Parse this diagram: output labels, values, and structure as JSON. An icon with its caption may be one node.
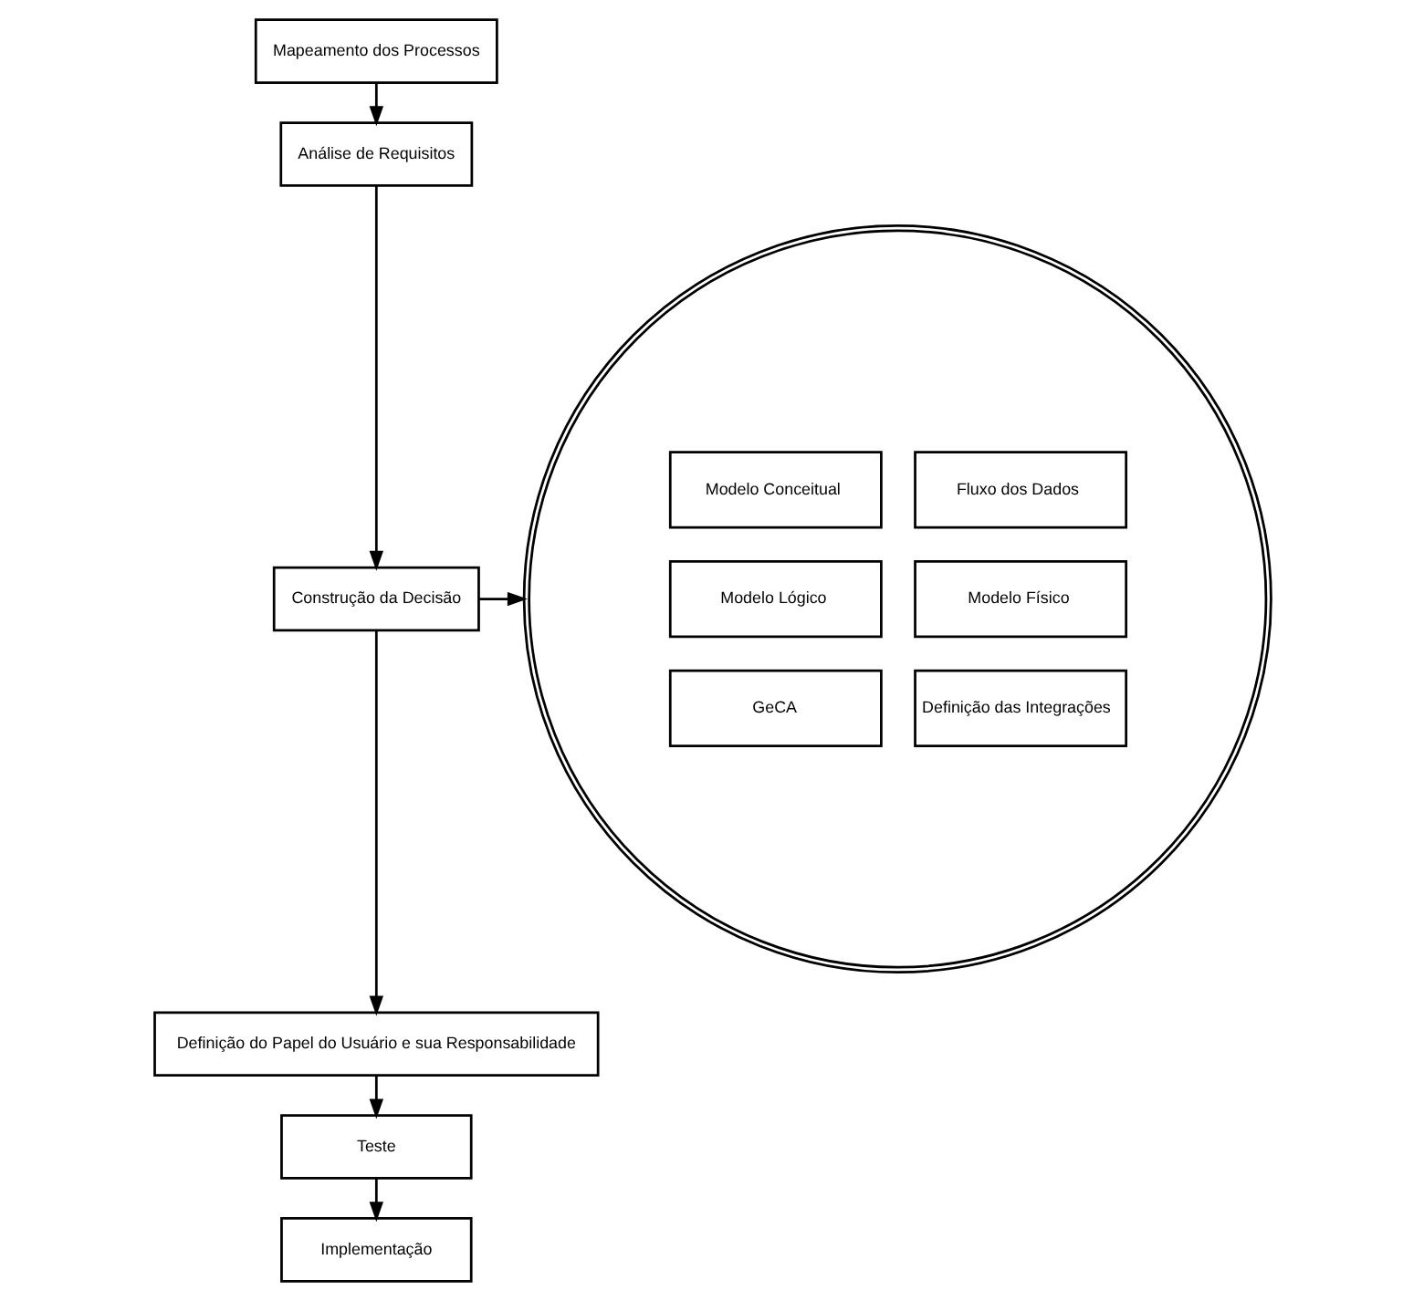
{
  "diagram": {
    "nodes": [
      {
        "text": [
          "Mapeamento dos Processos"
        ]
      },
      {
        "text": [
          "Análise de Requisitos"
        ]
      },
      {
        "text": [
          "Construção da Decisão"
        ]
      },
      {
        "text": [
          "Definição do Papel do Usuário e sua Responsabilidade"
        ]
      },
      {
        "text": [
          "Teste"
        ]
      },
      {
        "text": [
          "Implementação"
        ]
      },
      {
        "text": [],
        "shape": "circle"
      },
      {
        "text": [
          "Modelo Conceitual"
        ],
        "in": 6
      },
      {
        "text": [
          "Fluxo dos Dados"
        ],
        "in": 6
      },
      {
        "text": [
          "Modelo Lógico"
        ],
        "in": 6
      },
      {
        "text": [
          "Modelo Físico"
        ],
        "in": 6
      },
      {
        "text": [
          "GeCA"
        ],
        "in": 6
      },
      {
        "text": [
          "Definição das Integrações"
        ],
        "in": 6
      }
    ],
    "edges": [
      {
        "from": 0,
        "to": 1,
        "arrow": "to"
      },
      {
        "from": 1,
        "to": 2,
        "arrow": "to"
      },
      {
        "from": 2,
        "to": 3,
        "arrow": "to"
      },
      {
        "from": 3,
        "to": 4,
        "arrow": "to"
      },
      {
        "from": 4,
        "to": 5,
        "arrow": "to"
      },
      {
        "from": 2,
        "to": 6,
        "arrow": "to"
      }
    ]
  }
}
